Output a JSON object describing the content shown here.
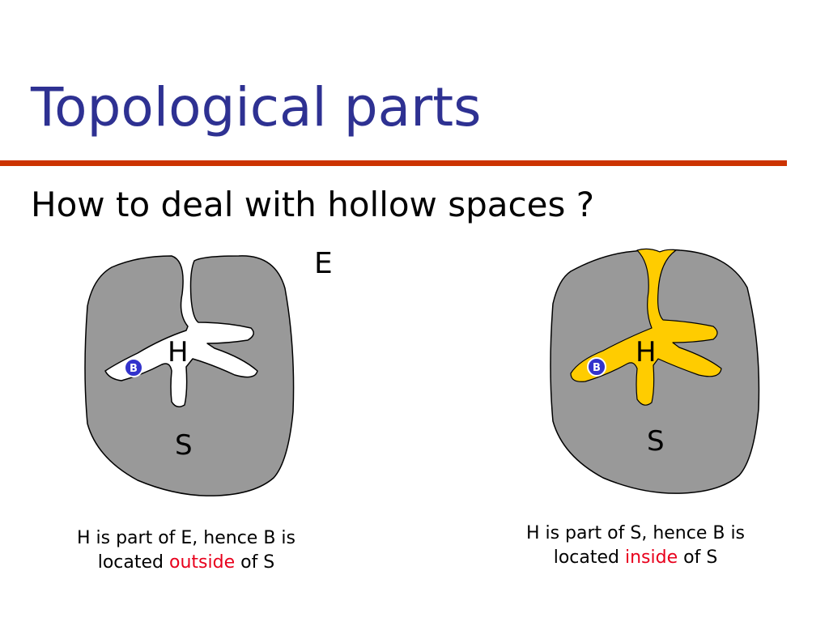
{
  "slide": {
    "title": "Topological parts",
    "subtitle": "How to deal with hollow spaces ?",
    "region_e_label": "E"
  },
  "left_figure": {
    "hollow_label": "H",
    "solid_label": "S",
    "point_label": "B",
    "caption_part1": "H is part of E, hence B is",
    "caption_part2": "located ",
    "caption_highlight": "outside",
    "caption_part3": " of S"
  },
  "right_figure": {
    "hollow_label": "H",
    "solid_label": "S",
    "point_label": "B",
    "caption_part1": "H is part of S, hence B is",
    "caption_part2": "located ",
    "caption_highlight": "inside",
    "caption_part3": " of S"
  },
  "colors": {
    "title": "#2e3192",
    "rule": "#cc3300",
    "solid_fill": "#999999",
    "hollow_left": "#ffffff",
    "hollow_right": "#ffcc00",
    "point_fill": "#3333cc",
    "highlight": "#e8001c"
  }
}
